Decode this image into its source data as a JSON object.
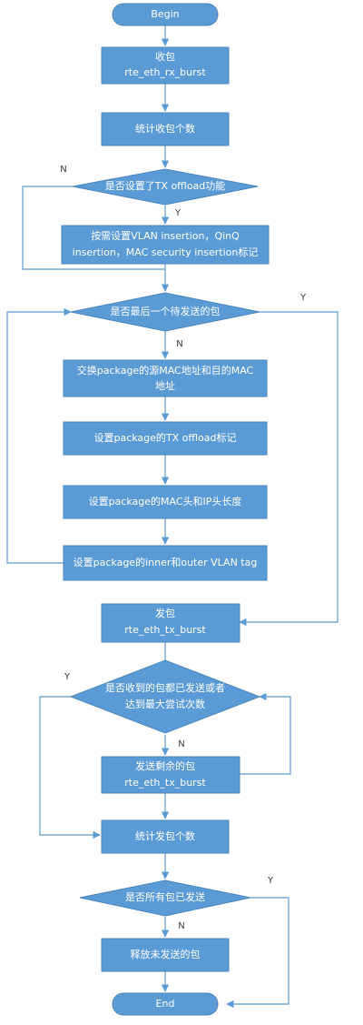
{
  "colors": {
    "node_fill": "#5b9bd5",
    "node_stroke": "#4a86be",
    "edge": "#5b9bd5",
    "text": "#ffffff",
    "branch_text": "#3a3a3a"
  },
  "nodes": {
    "begin": "Begin",
    "recv": [
      "收包",
      "rte_eth_rx_burst"
    ],
    "count_recv": "统计收包个数",
    "d_tx_offload": "是否设置了TX offload功能",
    "set_flags": [
      "按需设置VLAN insertion，QinQ",
      "insertion，MAC security insertion标记"
    ],
    "d_last_pkt": "是否最后一个待发送的包",
    "swap_mac": [
      "交换package的源MAC地址和目的MAC",
      "地址"
    ],
    "set_tx_flag": "设置package的TX offload标记",
    "set_len": "设置package的MAC头和IP头长度",
    "set_vlan": "设置package的inner和outer VLAN tag",
    "send": [
      "发包",
      "rte_eth_tx_burst"
    ],
    "d_all_sent": [
      "是否收到的包都已发送或者",
      "达到最大尝试次数"
    ],
    "send_rest": [
      "发送剩余的包",
      "rte_eth_tx_burst"
    ],
    "count_sent": "统计发包个数",
    "d_all_pkts": "是否所有包已发送",
    "free": "释放未发送的包",
    "end": "End"
  },
  "branches": {
    "tx_no": "N",
    "tx_yes": "Y",
    "last_yes": "Y",
    "last_no": "N",
    "allsent_yes": "Y",
    "allsent_no": "N",
    "all_yes": "Y",
    "all_no": "N"
  }
}
